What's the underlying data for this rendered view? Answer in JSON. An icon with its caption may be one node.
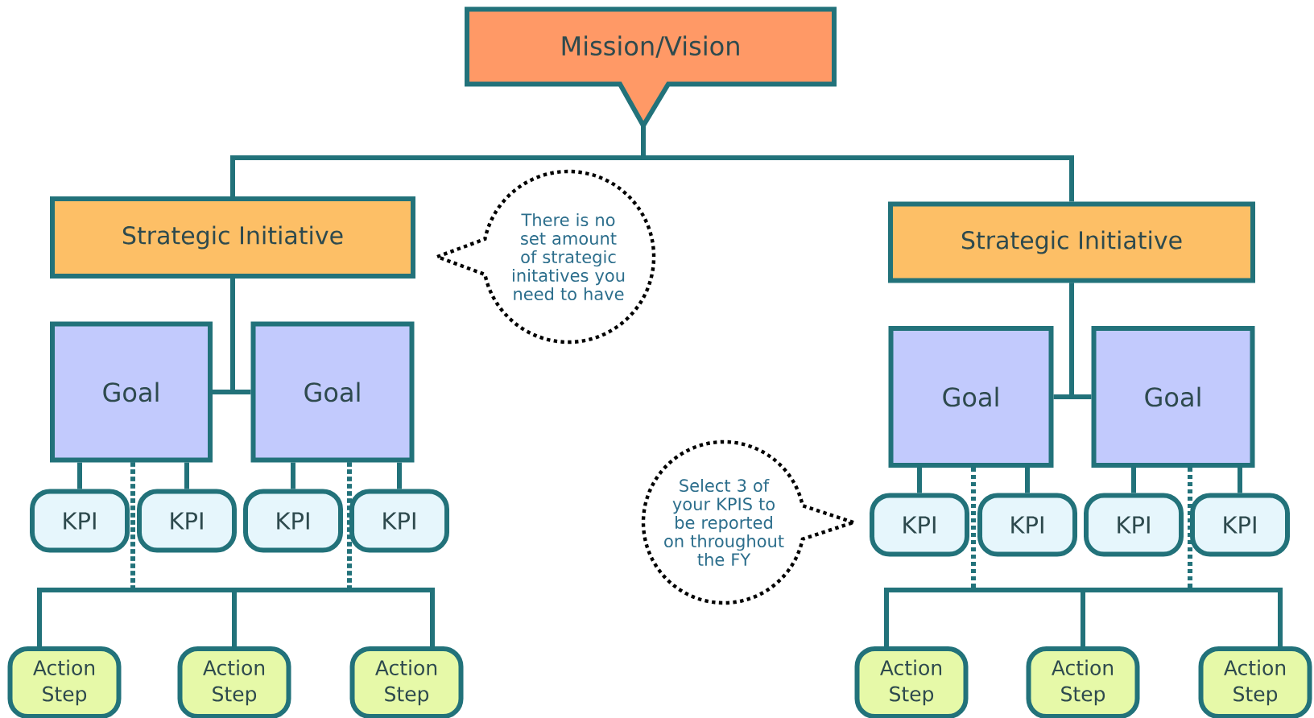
{
  "diagram": {
    "nodes": [
      {
        "text": [
          "Mission/Vision"
        ]
      },
      {
        "text": [
          "Strategic Initiative"
        ]
      },
      {
        "text": [
          "There is no set amount of strategic initatives you need to have"
        ]
      },
      {
        "text": [
          "Strategic Initiative"
        ]
      },
      {
        "text": [
          "Goal"
        ]
      },
      {
        "text": [
          "Goal"
        ]
      },
      {
        "text": [
          "Goal"
        ]
      },
      {
        "text": [
          "Goal"
        ]
      },
      {
        "text": [
          "KPI"
        ]
      },
      {
        "text": [
          "KPI"
        ]
      },
      {
        "text": [
          "KPI"
        ]
      },
      {
        "text": [
          "KPI"
        ]
      },
      {
        "text": [
          "Select 3 of your KPIS to be reported on throughout the FY"
        ]
      },
      {
        "text": [
          "KPI"
        ]
      },
      {
        "text": [
          "KPI"
        ]
      },
      {
        "text": [
          "KPI"
        ]
      },
      {
        "text": [
          "KPI"
        ]
      },
      {
        "text": [
          "Action Step"
        ]
      },
      {
        "text": [
          "Action Step"
        ]
      },
      {
        "text": [
          "Action Step"
        ]
      },
      {
        "text": [
          "Action Step"
        ]
      },
      {
        "text": [
          "Action Step"
        ]
      },
      {
        "text": [
          "Action Step"
        ]
      }
    ],
    "edges": [
      {
        "from": 0,
        "to": 1,
        "arrow": "none"
      },
      {
        "from": 0,
        "to": 3,
        "arrow": "none"
      },
      {
        "from": 1,
        "to": 4,
        "arrow": "none"
      },
      {
        "from": 1,
        "to": 5,
        "arrow": "none"
      },
      {
        "from": 3,
        "to": 6,
        "arrow": "none"
      },
      {
        "from": 3,
        "to": 7,
        "arrow": "none"
      },
      {
        "from": 4,
        "to": 8,
        "arrow": "none"
      },
      {
        "from": 4,
        "to": 9,
        "arrow": "none"
      },
      {
        "from": 5,
        "to": 10,
        "arrow": "none"
      },
      {
        "from": 5,
        "to": 11,
        "arrow": "none"
      },
      {
        "from": 6,
        "to": 13,
        "arrow": "none"
      },
      {
        "from": 6,
        "to": 14,
        "arrow": "none"
      },
      {
        "from": 7,
        "to": 15,
        "arrow": "none"
      },
      {
        "from": 7,
        "to": 16,
        "arrow": "none"
      },
      {
        "from": 4,
        "to": 17,
        "arrow": "none",
        "style": "dashed"
      },
      {
        "from": 4,
        "to": 18,
        "arrow": "none",
        "style": "dashed"
      },
      {
        "from": 4,
        "to": 19,
        "arrow": "none",
        "style": "dashed"
      },
      {
        "from": 5,
        "to": 17,
        "arrow": "none",
        "style": "dashed"
      },
      {
        "from": 5,
        "to": 18,
        "arrow": "none",
        "style": "dashed"
      },
      {
        "from": 5,
        "to": 19,
        "arrow": "none",
        "style": "dashed"
      },
      {
        "from": 6,
        "to": 20,
        "arrow": "none",
        "style": "dashed"
      },
      {
        "from": 6,
        "to": 21,
        "arrow": "none",
        "style": "dashed"
      },
      {
        "from": 6,
        "to": 22,
        "arrow": "none",
        "style": "dashed"
      },
      {
        "from": 7,
        "to": 20,
        "arrow": "none",
        "style": "dashed"
      },
      {
        "from": 7,
        "to": 21,
        "arrow": "none",
        "style": "dashed"
      },
      {
        "from": 7,
        "to": 22,
        "arrow": "none",
        "style": "dashed"
      }
    ]
  }
}
